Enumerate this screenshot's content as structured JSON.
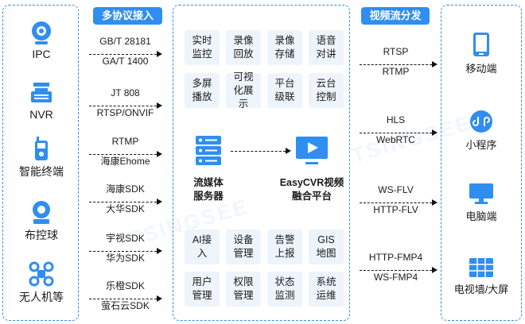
{
  "sections": {
    "protocols_title": "多协议接入",
    "distribution_title": "视频流分发"
  },
  "devices": [
    {
      "label": "IPC",
      "icon": "ipc-camera-icon"
    },
    {
      "label": "NVR",
      "icon": "nvr-recorder-icon"
    },
    {
      "label": "智能终端",
      "icon": "smart-terminal-icon"
    },
    {
      "label": "布控球",
      "icon": "ptz-dome-camera-icon"
    },
    {
      "label": "无人机等",
      "icon": "drone-icon"
    }
  ],
  "protocols": [
    {
      "top": "GB/T 28181",
      "bottom": "GA/T 1400"
    },
    {
      "top": "JT 808",
      "bottom": "RTSP/ONVIF"
    },
    {
      "top": "RTMP",
      "bottom": "海康Ehome"
    },
    {
      "top": "海康SDK",
      "bottom": "大华SDK"
    },
    {
      "top": "宇视SDK",
      "bottom": "华为SDK"
    },
    {
      "top": "乐橙SDK",
      "bottom": "萤石云SDK"
    }
  ],
  "features_top": [
    "实时监控",
    "录像回放",
    "录像存储",
    "语音对讲",
    "多屏播放",
    "可视化展示",
    "平台级联",
    "云台控制"
  ],
  "features_bottom": [
    "AI接入",
    "设备管理",
    "告警上报",
    "GIS地图",
    "用户管理",
    "权限管理",
    "状态监测",
    "系统运维"
  ],
  "media_server_label": "流媒体服务器",
  "platform_label": "EasyCVR视频融合平台",
  "streams": [
    {
      "top": "RTSP",
      "bottom": "RTMP"
    },
    {
      "top": "HLS",
      "bottom": "WebRTC"
    },
    {
      "top": "WS-FLV",
      "bottom": "HTTP-FLV"
    },
    {
      "top": "HTTP-FMP4",
      "bottom": "WS-FMP4"
    }
  ],
  "terminals": [
    {
      "label": "移动端",
      "icon": "mobile-phone-icon"
    },
    {
      "label": "小程序",
      "icon": "mini-program-icon"
    },
    {
      "label": "电脑端",
      "icon": "desktop-monitor-icon"
    },
    {
      "label": "电视墙/大屏",
      "icon": "video-wall-icon"
    }
  ],
  "colors": {
    "accent": "#2f8ef0",
    "tile_bg": "#eef4fb"
  }
}
